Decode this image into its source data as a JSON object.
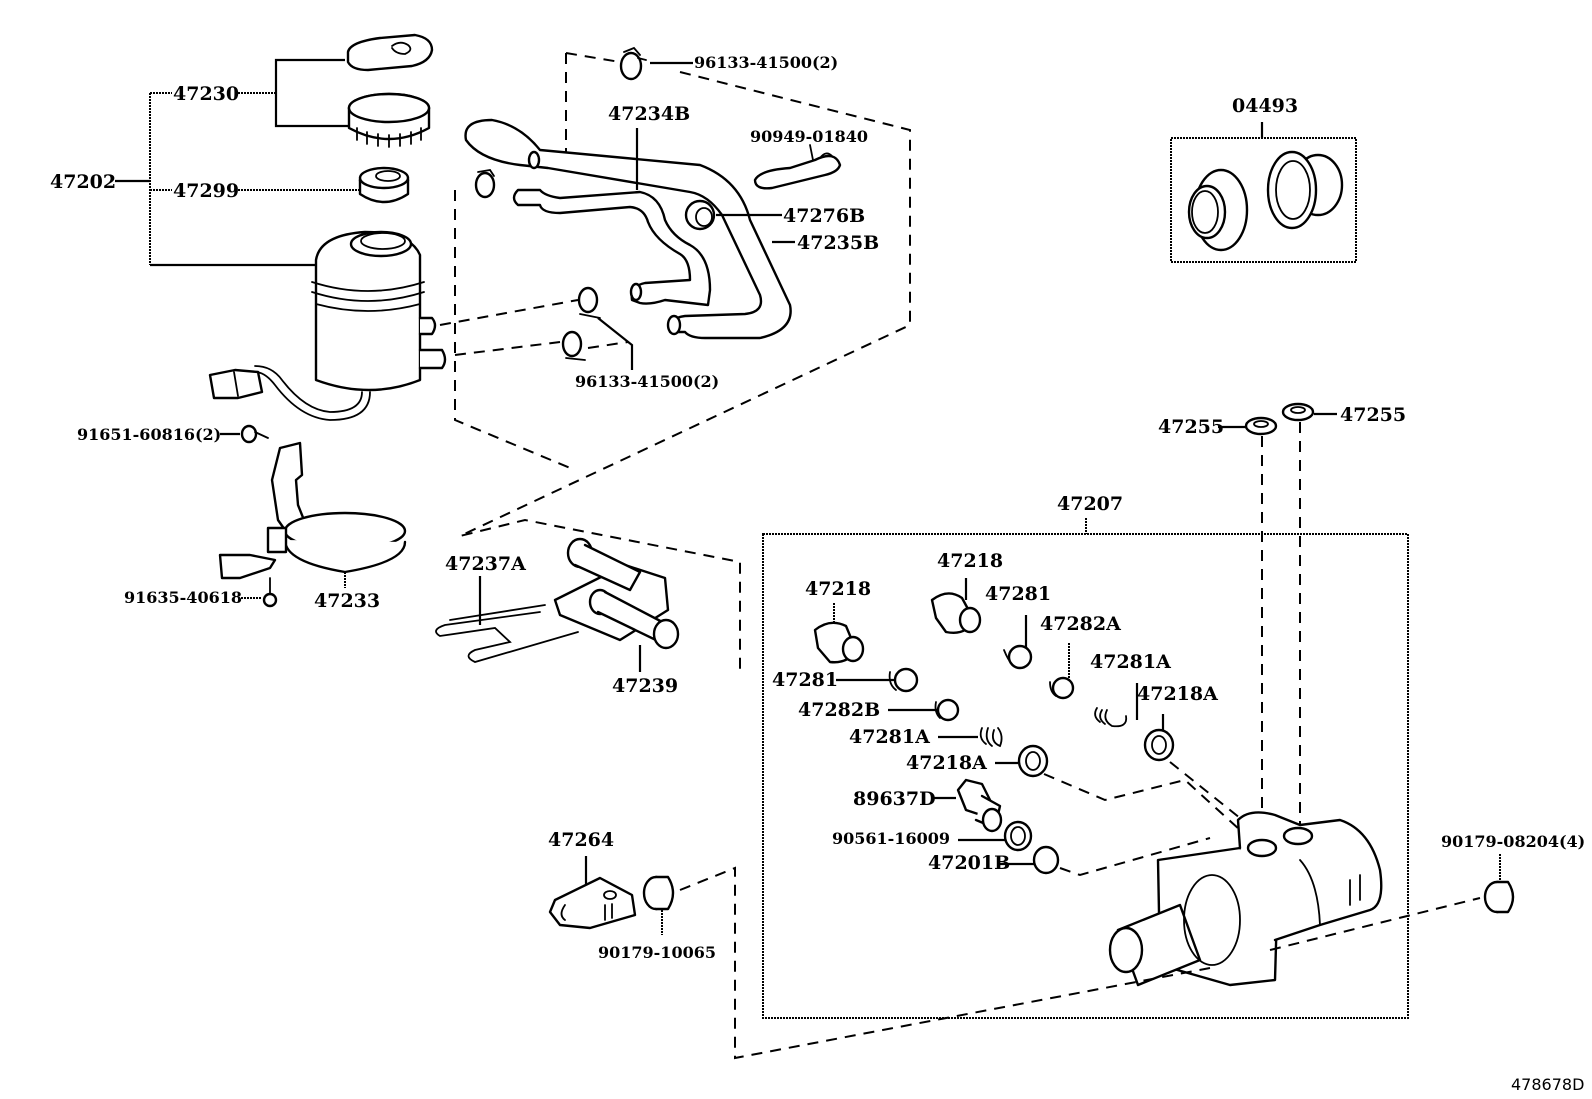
{
  "diagram": {
    "type": "exploded-parts-diagram",
    "subject": "Brake master cylinder and reservoir assembly",
    "figure_code": "478678D",
    "labels": {
      "reservoir_assy": "47202",
      "cap_sub_assy": "47230",
      "strainer": "47299",
      "clamp_top": "96133-41500(2)",
      "hose_upper": "47234B",
      "clip": "90949-01840",
      "grommet": "47276B",
      "hose_lower": "47235B",
      "clamp_bottom": "96133-41500(2)",
      "bolt_bracket": "91651-60816(2)",
      "screw_band": "91635-40618",
      "band": "47233",
      "pin": "47237A",
      "union": "47239",
      "kit": "04493",
      "grommet_left": "47255",
      "grommet_right": "47255",
      "master_cyl": "47207",
      "plug_left": "47218",
      "plug_center": "47218",
      "spring_top": "47281",
      "seat_a": "47282A",
      "spring_a_right": "47281A",
      "gasket_a_right": "47218A",
      "spring_left": "47281",
      "seat_b": "47282B",
      "spring_a_left": "47281A",
      "gasket_a_left": "47218A",
      "switch": "89637D",
      "gasket_switch": "90561-16009",
      "oring": "47201B",
      "bracket": "47264",
      "nut_bracket": "90179-10065",
      "nut_cyl": "90179-08204(4)"
    }
  }
}
